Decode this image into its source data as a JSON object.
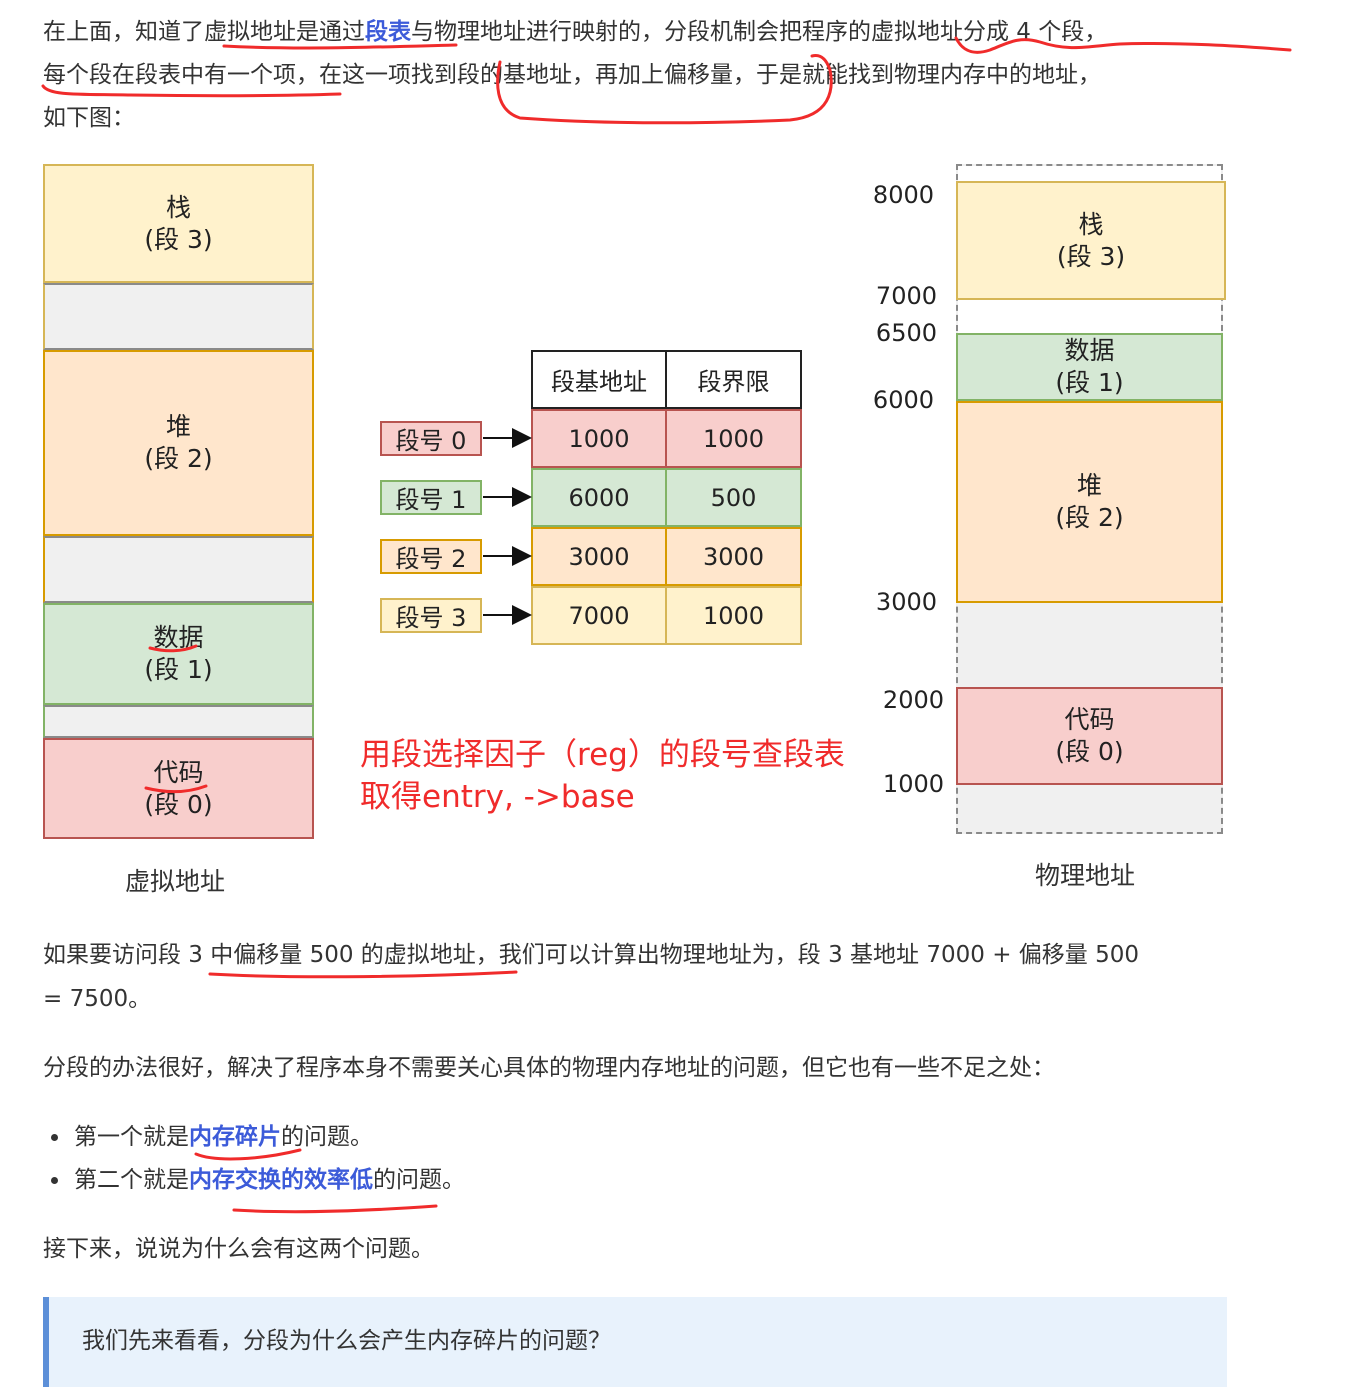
{
  "intro": {
    "line1_a": "在上面，知道了",
    "line1_b": "虚拟地址是通过",
    "line1_kw": "段表",
    "line1_c": "与物理地址进行映射的，分段机制会把程序的虚拟地址分成 4 个段，",
    "line2": "每个段在段表中有一个项，在这一项找到段的基地址，再加上偏移量，于是就能找到物理内存中的地址，",
    "line3": "如下图："
  },
  "virtual": {
    "stack": {
      "name": "栈",
      "seg": "(段 3)"
    },
    "heap": {
      "name": "堆",
      "seg": "(段 2)"
    },
    "data": {
      "name": "数据",
      "seg": "(段 1)"
    },
    "code": {
      "name": "代码",
      "seg": "(段 0)"
    },
    "caption": "虚拟地址"
  },
  "table": {
    "headers": [
      "段基地址",
      "段界限"
    ],
    "labels": [
      "段号 0",
      "段号 1",
      "段号 2",
      "段号 3"
    ],
    "rows": [
      [
        "1000",
        "1000"
      ],
      [
        "6000",
        "500"
      ],
      [
        "3000",
        "3000"
      ],
      [
        "7000",
        "1000"
      ]
    ]
  },
  "annotation": {
    "line1": "用段选择因子（reg）的段号查段表",
    "line2": "取得entry, ->base"
  },
  "physical": {
    "stack": {
      "name": "栈",
      "seg": "(段 3)"
    },
    "data": {
      "name": "数据",
      "seg": "(段 1)"
    },
    "heap": {
      "name": "堆",
      "seg": "(段 2)"
    },
    "code": {
      "name": "代码",
      "seg": "(段 0)"
    },
    "addresses": [
      "8000",
      "7000",
      "6500",
      "6000",
      "3000",
      "2000",
      "1000"
    ],
    "caption": "物理地址"
  },
  "body": {
    "p1_line1": "如果要访问段 3 中偏移量 500 的虚拟地址，我们可以计算出物理地址为，段 3 基地址 7000 + 偏移量 500",
    "p1_line2": "= 7500。",
    "p2": "分段的办法很好，解决了程序本身不需要关心具体的物理内存地址的问题，但它也有一些不足之处：",
    "bullets": [
      {
        "pre": "第一个就是",
        "kw": "内存碎片",
        "post": "的问题。"
      },
      {
        "pre": "第二个就是",
        "kw": "内存交换的效率低",
        "post": "的问题。"
      }
    ],
    "p3": "接下来，说说为什么会有这两个问题。",
    "quote": "我们先来看看，分段为什么会产生内存碎片的问题？"
  },
  "colors": {
    "link": "#3C5BD9",
    "annotation_red": "#F02B2B",
    "stack_fill": "#FFF2CC",
    "heap_fill": "#FFE6CC",
    "data_fill": "#D5E8D4",
    "code_fill": "#F8CECC",
    "quote_bg": "#E8F2FC"
  }
}
